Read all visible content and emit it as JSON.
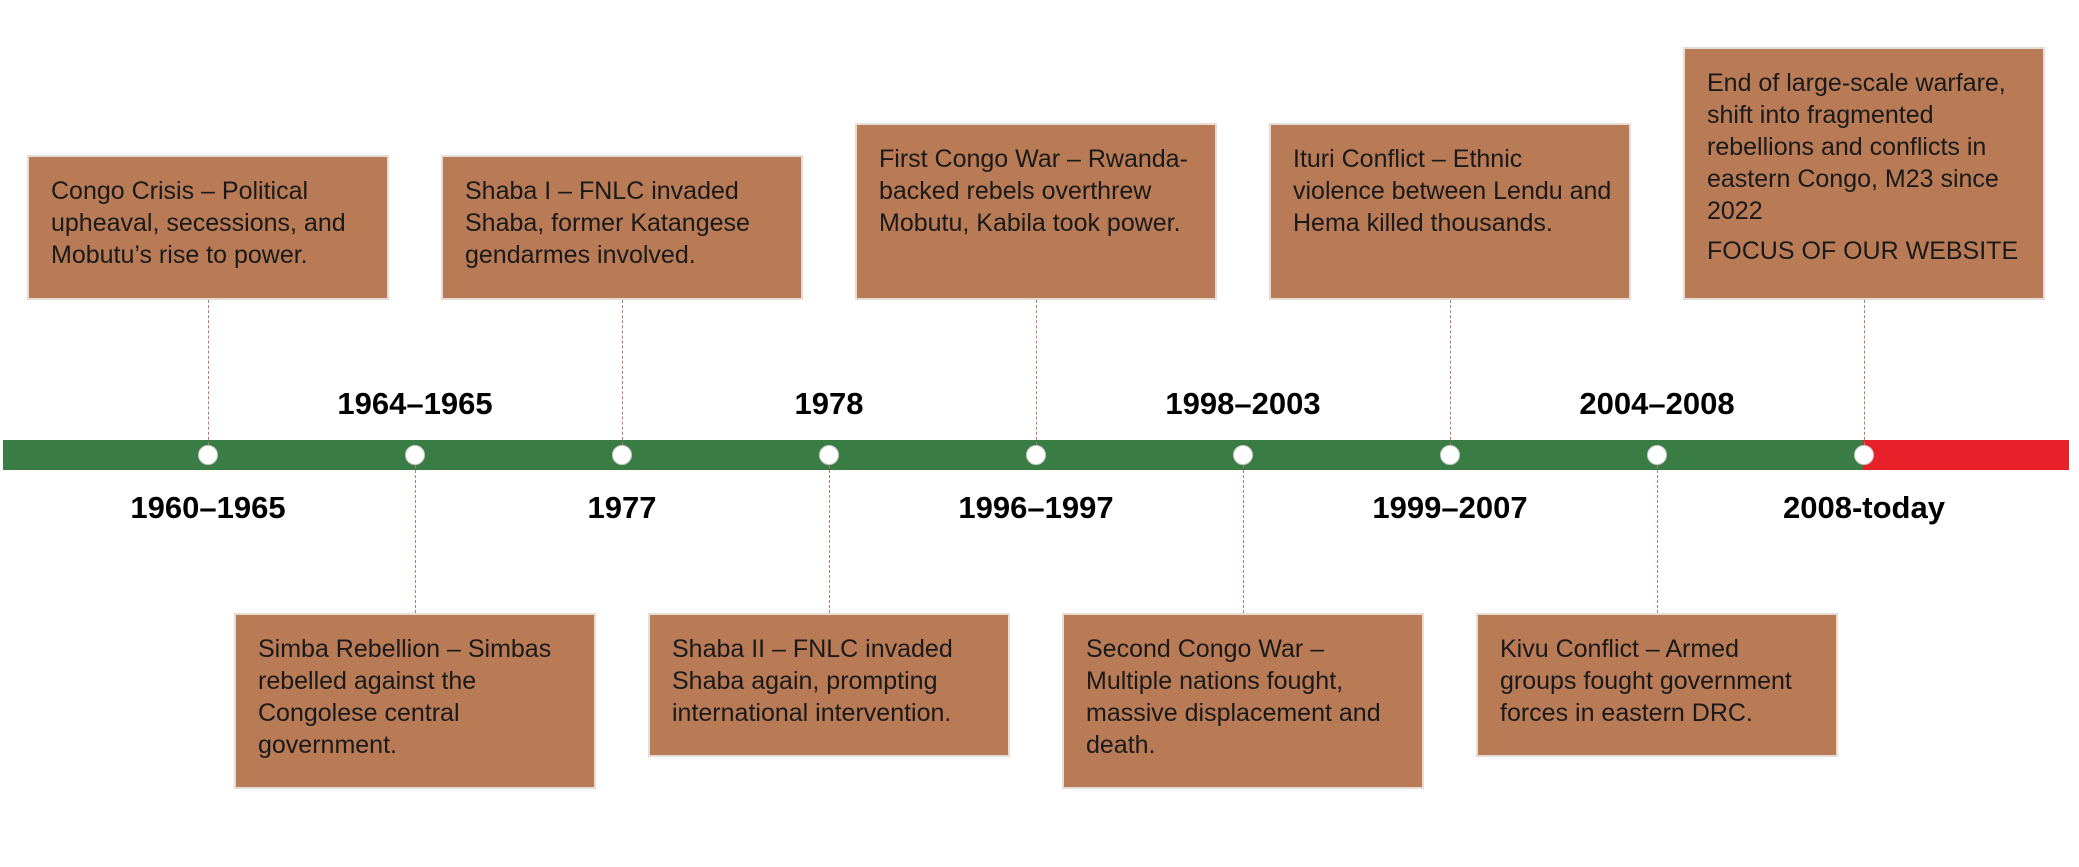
{
  "timeline": {
    "colors": {
      "line": "#3a7d44",
      "present": "#e8202a",
      "box": "#b97a56"
    },
    "events": [
      {
        "period": "1960–1965",
        "description": "Congo Crisis – Political upheaval, secessions, and Mobutu’s rise to power."
      },
      {
        "period": "1964–1965",
        "description": "Simba Rebellion – Simbas rebelled against the Congolese central government."
      },
      {
        "period": "1977",
        "description": "Shaba I – FNLC invaded Shaba, former Katangese gendarmes involved."
      },
      {
        "period": "1978",
        "description": "Shaba II – FNLC invaded Shaba again, prompting international intervention."
      },
      {
        "period": "1996–1997",
        "description": "First Congo War – Rwanda-backed rebels overthrew Mobutu, Kabila took power."
      },
      {
        "period": "1998–2003",
        "description": "Second Congo War – Multiple nations fought, massive displacement and death."
      },
      {
        "period": "1999–2007",
        "description": "Ituri Conflict – Ethnic violence between Lendu and Hema killed thousands."
      },
      {
        "period": "2004–2008",
        "description": "Kivu Conflict – Armed groups fought government forces in eastern DRC."
      },
      {
        "period": "2008-today",
        "description": "End of large-scale warfare, shift into fragmented rebellions and conflicts in eastern Congo, M23 since 2022",
        "note": "FOCUS OF OUR WEBSITE"
      }
    ]
  }
}
